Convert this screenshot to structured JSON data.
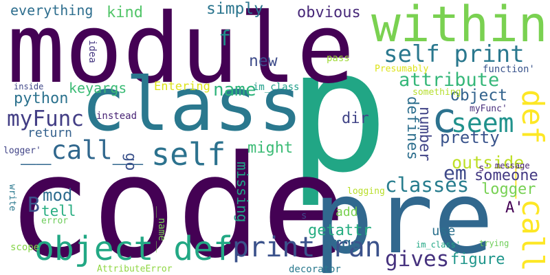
{
  "words": [
    {
      "text": "p",
      "color": "#21a685"
    },
    {
      "text": "code",
      "color": "#440154"
    },
    {
      "text": "module",
      "color": "#440154"
    },
    {
      "text": "class",
      "color": "#2a788e"
    },
    {
      "text": "pre",
      "color": "#31688e"
    },
    {
      "text": "within",
      "color": "#7ad151"
    },
    {
      "text": "def __call",
      "color": "#fde725"
    },
    {
      "text": "object def",
      "color": "#22a884"
    },
    {
      "text": "print ran",
      "color": "#3b528b"
    },
    {
      "text": "__call__",
      "color": "#30678d"
    },
    {
      "text": "self print",
      "color": "#2a788e"
    },
    {
      "text": "self",
      "color": "#2c728e"
    },
    {
      "text": "c",
      "color": "#2c728e"
    },
    {
      "text": "myFunc",
      "color": "#433e85"
    },
    {
      "text": "seem",
      "color": "#20928c"
    },
    {
      "text": "classes",
      "color": "#287d8e"
    },
    {
      "text": "gives",
      "color": "#46327e"
    },
    {
      "text": "attribute",
      "color": "#35b779"
    },
    {
      "text": "name",
      "color": "#2fb47c"
    },
    {
      "text": "object",
      "color": "#33638d"
    },
    {
      "text": "em",
      "color": "#3e4989"
    },
    {
      "text": "pretty",
      "color": "#3a548c"
    },
    {
      "text": "python",
      "color": "#2c728e"
    },
    {
      "text": "keyargs",
      "color": "#3bbb75"
    },
    {
      "text": "everything",
      "color": "#2e6e8e"
    },
    {
      "text": "kind",
      "color": "#52c569"
    },
    {
      "text": "simply",
      "color": "#2b758e"
    },
    {
      "text": "obvious",
      "color": "#482979"
    },
    {
      "text": "f",
      "color": "#20928c"
    },
    {
      "text": "new",
      "color": "#3e4c8a"
    },
    {
      "text": "dir",
      "color": "#414487"
    },
    {
      "text": "might",
      "color": "#3bbb75"
    },
    {
      "text": "outside",
      "color": "#bddf26"
    },
    {
      "text": "someone",
      "color": "#443a83"
    },
    {
      "text": "logger",
      "color": "#77d153"
    },
    {
      "text": "missing",
      "color": "#20a386"
    },
    {
      "text": "defines",
      "color": "#2e6f8e"
    },
    {
      "text": "number",
      "color": "#414487"
    },
    {
      "text": "getattr",
      "color": "#26ad81"
    },
    {
      "text": "args",
      "color": "#2f6b8e"
    },
    {
      "text": "add",
      "color": "#7ad151"
    },
    {
      "text": "use",
      "color": "#2c718e"
    },
    {
      "text": "figure",
      "color": "#1f968b"
    },
    {
      "text": "mod",
      "color": "#2e6d8e"
    },
    {
      "text": "B",
      "color": "#3b528b"
    },
    {
      "text": "tell",
      "color": "#27ad81"
    },
    {
      "text": "go",
      "color": "#3b528b"
    },
    {
      "text": "A'",
      "color": "#440154"
    },
    {
      "text": "return",
      "color": "#34618d"
    },
    {
      "text": "Entering",
      "color": "#dde318"
    },
    {
      "text": "im_class",
      "color": "#1f9e89"
    },
    {
      "text": "instead",
      "color": "#482475"
    },
    {
      "text": "function'",
      "color": "#3a548c"
    },
    {
      "text": "myFunc'",
      "color": "#472d7b"
    },
    {
      "text": "something",
      "color": "#b5de2b"
    },
    {
      "text": "Presumably",
      "color": "#dde318"
    },
    {
      "text": "pass",
      "color": "#a0da39"
    },
    {
      "text": "idea",
      "color": "#453781"
    },
    {
      "text": "inside",
      "color": "#3f4788"
    },
    {
      "text": "logger'",
      "color": "#414487"
    },
    {
      "text": "write",
      "color": "#2a788e"
    },
    {
      "text": "__name__",
      "color": "#77d153"
    },
    {
      "text": "s'",
      "color": "#481f70"
    },
    {
      "text": "message",
      "color": "#482173"
    },
    {
      "text": "logging",
      "color": "#b8de29"
    },
    {
      "text": "error",
      "color": "#6ccd5a"
    },
    {
      "text": "s",
      "color": "#3f4788"
    },
    {
      "text": "im_class'",
      "color": "#22a785"
    },
    {
      "text": "trying",
      "color": "#6ece58"
    },
    {
      "text": "scope",
      "color": "#86d549"
    },
    {
      "text": "AttributeError",
      "color": "#90d743"
    },
    {
      "text": "decorator",
      "color": "#29798e"
    }
  ]
}
